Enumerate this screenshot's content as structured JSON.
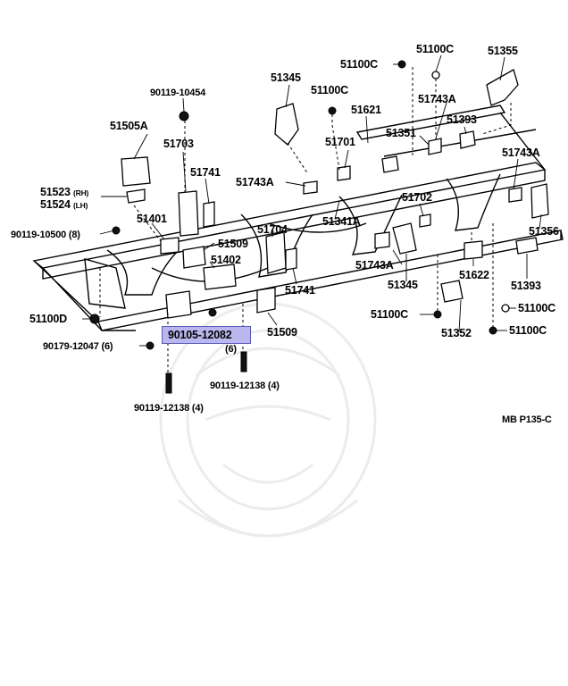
{
  "diagram_code": "MB  P135-C",
  "highlighted_part": "90105-12082",
  "labels": {
    "p51100C_a": "51100C",
    "p51100C_b": "51100C",
    "p51355": "51355",
    "p51345_top": "51345",
    "p51100C_c": "51100C",
    "p51743A_a": "51743A",
    "p90119_10454": "90119-10454",
    "p51621": "51621",
    "p51393_top": "51393",
    "p51505A": "51505A",
    "p51703": "51703",
    "p51701": "51701",
    "p51351": "51351",
    "p51743A_b": "51743A",
    "p51741_a": "51741",
    "p51743A_c": "51743A",
    "p51523": "51523",
    "p51523_side": "(RH)",
    "p51524": "51524",
    "p51524_side": "(LH)",
    "p51702": "51702",
    "p51401": "51401",
    "p51341A": "51341A",
    "p90119_10500": "90119-10500 (8)",
    "p51509_a": "51509",
    "p51704": "51704",
    "p51356": "51356",
    "p51402": "51402",
    "p51743A_d": "51743A",
    "p51622": "51622",
    "p51741_b": "51741",
    "p51345_bottom": "51345",
    "p51393_bottom": "51393",
    "p51100D": "51100D",
    "p51100C_d": "51100C",
    "p51100C_e": "51100C",
    "p51509_b": "51509",
    "p51352": "51352",
    "p51100C_f": "51100C",
    "p90105_12082": "90105-12082",
    "p90105_qty": "(6)",
    "p90179_12047": "90179-12047 (6)",
    "p90119_12138_a": "90119-12138 (4)",
    "p90119_12138_b": "90119-12138 (4)"
  }
}
